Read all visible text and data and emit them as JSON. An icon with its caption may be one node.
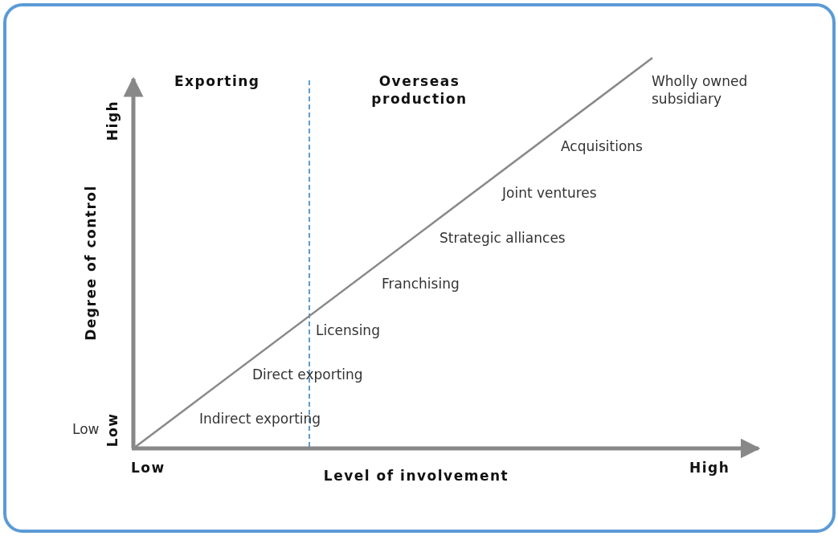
{
  "diagram": {
    "labels": [
      "Exporting",
      "Overseas production",
      "Wholly owned subsidiary",
      "Acquisitions",
      "Joint ventures",
      "Strategic alliances",
      "Franchising",
      "Licensing",
      "Direct exporting",
      "Indirect exporting",
      "High",
      "Degree of control",
      "Low",
      "Low",
      "Low",
      "Level of involvement",
      "High"
    ]
  }
}
